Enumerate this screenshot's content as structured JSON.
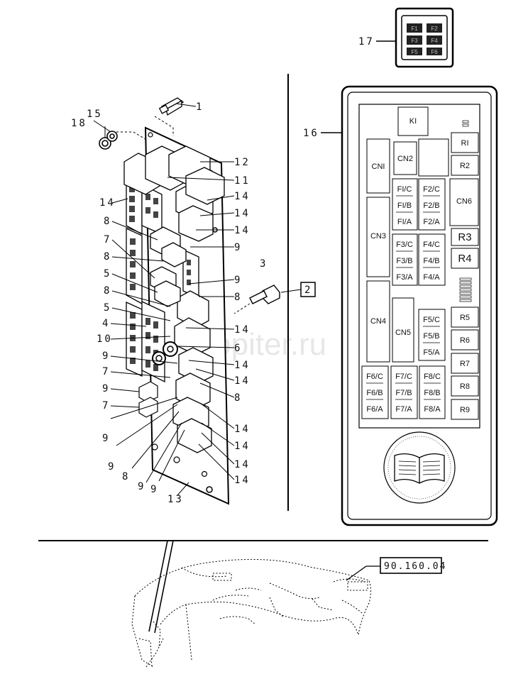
{
  "callouts": {
    "c1": "1",
    "c2": "2",
    "c3": "3",
    "c4": "4",
    "c5a": "5",
    "c5b": "5",
    "c6": "6",
    "c7a": "7",
    "c7b": "7",
    "c7c": "7",
    "c8a": "8",
    "c8b": "8",
    "c8c": "8",
    "c8d": "8",
    "c8e": "8",
    "c8f": "8",
    "c9a": "9",
    "c9b": "9",
    "c9c": "9",
    "c9d": "9",
    "c9e": "9",
    "c9f": "9",
    "c9g": "9",
    "c9h": "9",
    "c10": "10",
    "c11": "11",
    "c12": "12",
    "c13": "13",
    "c14a": "14",
    "c14b": "14",
    "c14c": "14",
    "c14d": "14",
    "c14e": "14",
    "c14f": "14",
    "c14g": "14",
    "c14h": "14",
    "c14i": "14",
    "c14j": "14",
    "c14k": "14",
    "c15": "15",
    "c16": "16",
    "c17": "17",
    "c18": "18"
  },
  "reference": "90.160.04",
  "watermark": "autopiter.ru",
  "layout_card": {
    "ki": "KI",
    "r1": "RI",
    "r2": "R2",
    "cn1": "CNI",
    "cn2": "CN2",
    "cn3": "CN3",
    "cn4": "CN4",
    "cn5": "CN5",
    "cn6": "CN6",
    "r3": "R3",
    "r4": "R4",
    "r5": "R5",
    "r6": "R6",
    "r7": "R7",
    "r8": "R8",
    "r9": "R9",
    "f1": [
      "FI/C",
      "FI/B",
      "FI/A"
    ],
    "f2": [
      "F2/C",
      "F2/B",
      "F2/A"
    ],
    "f3": [
      "F3/C",
      "F3/B",
      "F3/A"
    ],
    "f4": [
      "F4/C",
      "F4/B",
      "F4/A"
    ],
    "f5": [
      "F5/C",
      "F5/B",
      "F5/A"
    ],
    "f6": [
      "F6/C",
      "F6/B",
      "F6/A"
    ],
    "f7": [
      "F7/C",
      "F7/B",
      "F7/A"
    ],
    "f8": [
      "F8/C",
      "F8/B",
      "F8/A"
    ]
  },
  "mini_panel": [
    "F1",
    "F2",
    "F3",
    "F4",
    "F5",
    "F6"
  ]
}
